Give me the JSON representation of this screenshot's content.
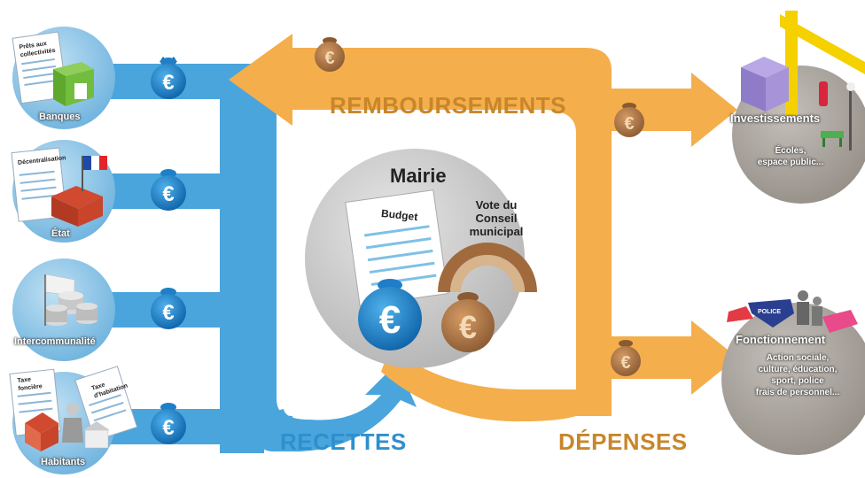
{
  "colors": {
    "recettes": "#2f8fcd",
    "recettes_light": "#5aaee0",
    "depenses": "#f4ae4c",
    "remboursements_text": "#c8862a",
    "circle_grey": "#bdbdbd",
    "circle_dark": "#a39f9a",
    "money_bag_blue": "#1e7fc8",
    "money_bag_brown": "#a8744a"
  },
  "flows": {
    "recettes": "RECETTES",
    "depenses": "DÉPENSES",
    "remboursements": "REMBOURSEMENTS"
  },
  "center": {
    "title": "Mairie",
    "budget_doc": "Budget",
    "vote_line1": "Vote du",
    "vote_line2": "Conseil",
    "vote_line3": "municipal"
  },
  "sources": [
    {
      "label": "Banques",
      "doc": "Prêts aux collectivités",
      "icon": "bank-icon"
    },
    {
      "label": "État",
      "doc": "Décentralisation",
      "icon": "state-building-icon"
    },
    {
      "label": "Intercommunalité",
      "doc": "",
      "icon": "intercommunality-icon"
    },
    {
      "label": "Habitants",
      "doc": "Taxe foncière",
      "doc2": "Taxe d'habitation",
      "icon": "residents-icon"
    }
  ],
  "destinations": {
    "investissements": {
      "title": "Investissements",
      "line1": "Écoles,",
      "line2": "espace public..."
    },
    "fonctionnement": {
      "title": "Fonctionnement",
      "line1": "Action sociale,",
      "line2": "culture, éducation,",
      "line3": "sport, police",
      "line4": "frais de personnel...",
      "police_badge": "POLICE"
    }
  },
  "currency_symbol": "€"
}
